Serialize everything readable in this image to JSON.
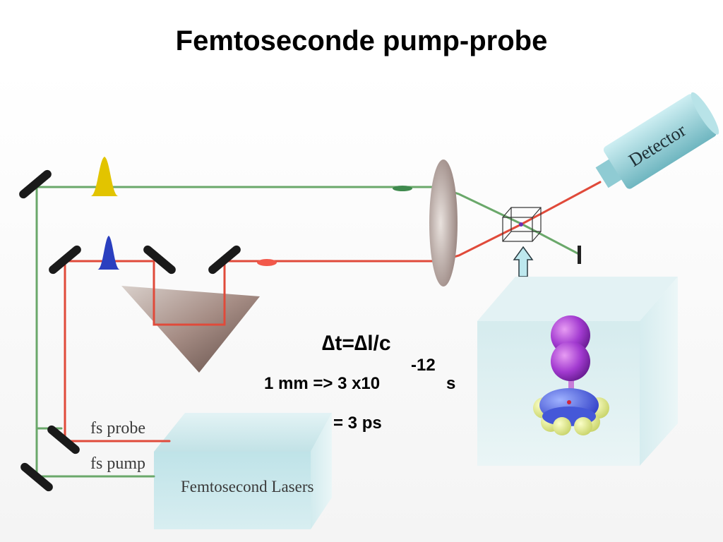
{
  "title": "Femtoseconde pump-probe",
  "labels": {
    "detector": "Detector",
    "fs_probe": "fs probe",
    "fs_pump": "fs pump",
    "lasers": "Femtosecond Lasers"
  },
  "equations": {
    "delta": "∆t=∆l/c",
    "conversion_base": "1 mm => 3 x10",
    "conversion_exponent": "-12",
    "conversion_unit": "s",
    "result": "= 3 ps"
  },
  "colors": {
    "probe_beam": "#6aa86a",
    "pump_beam": "#e04a3a",
    "probe_pulse": "#e2c400",
    "pump_pulse": "#2a3fbf",
    "detector_body": "#9fd6dd",
    "laser_box": "#bfe3e8"
  }
}
